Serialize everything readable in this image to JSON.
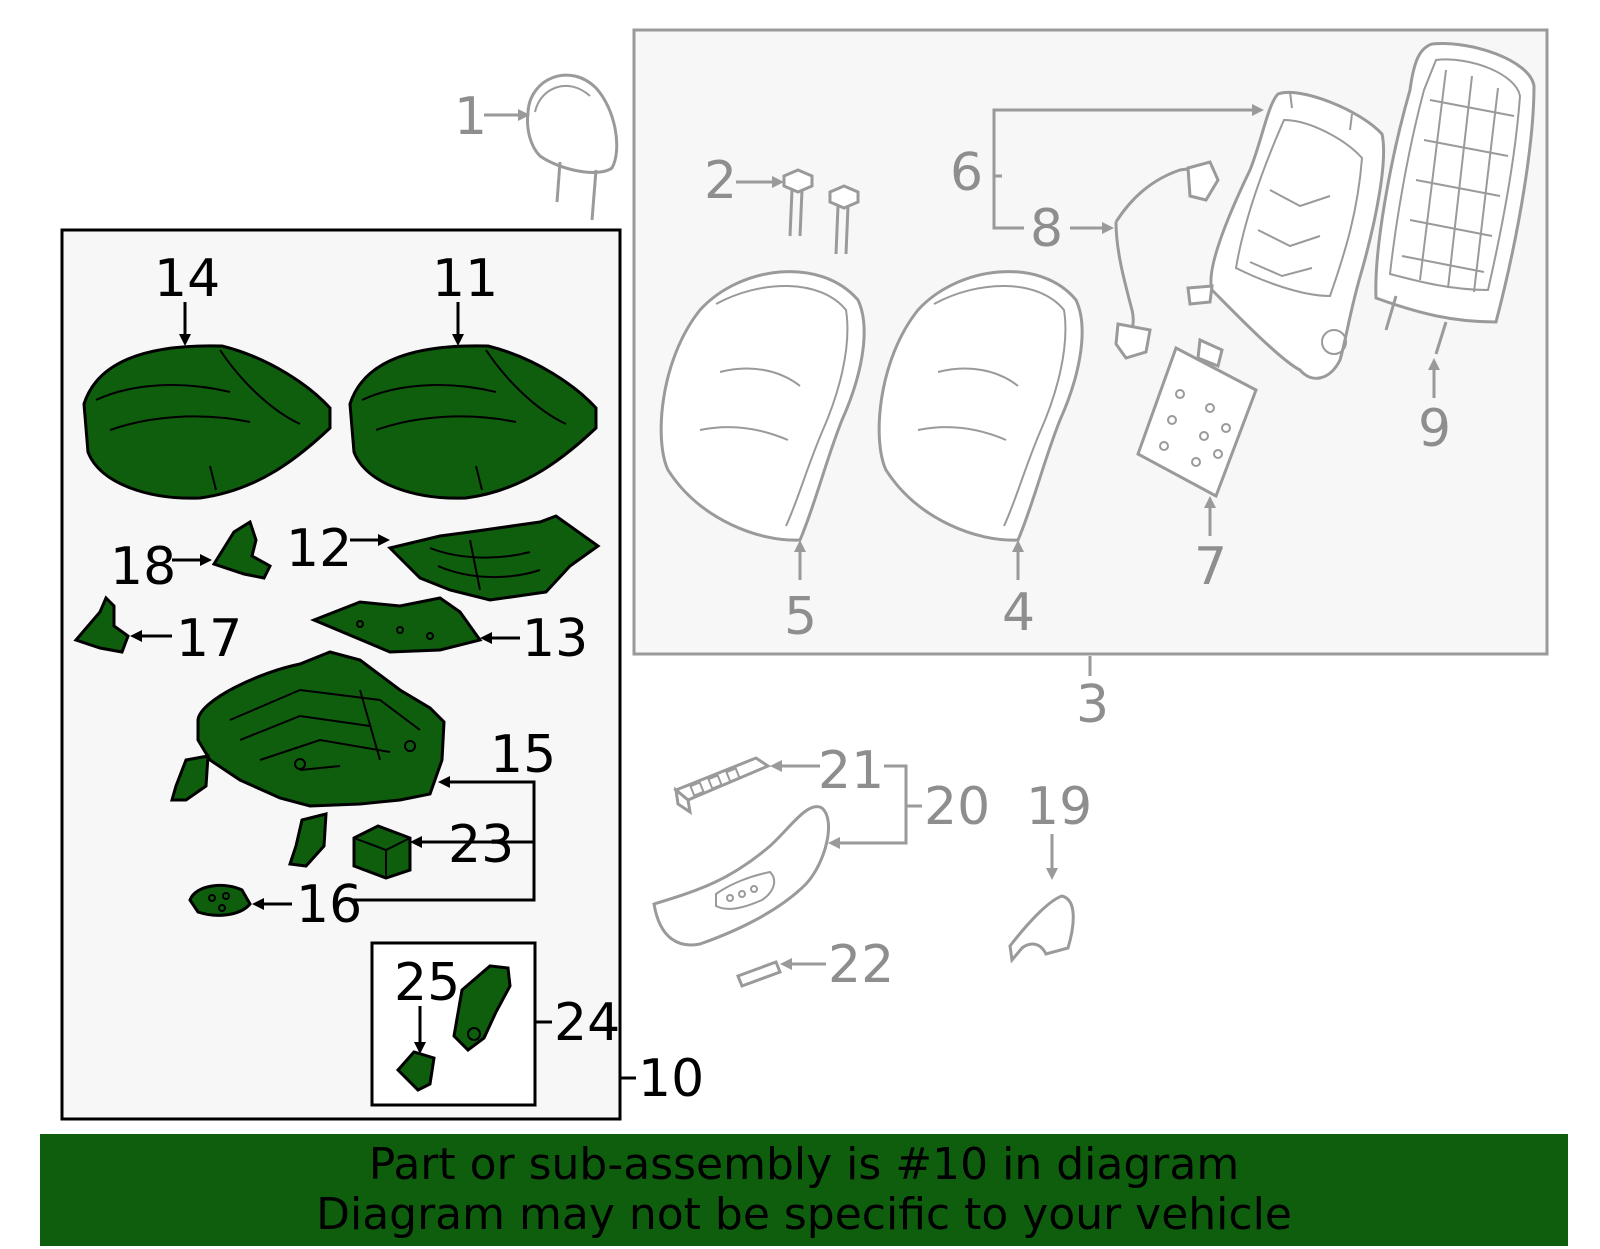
{
  "callouts": {
    "c1": "1",
    "c2": "2",
    "c3": "3",
    "c4": "4",
    "c5": "5",
    "c6": "6",
    "c7": "7",
    "c8": "8",
    "c9": "9",
    "c10": "10",
    "c11": "11",
    "c12": "12",
    "c13": "13",
    "c14": "14",
    "c15": "15",
    "c16": "16",
    "c17": "17",
    "c18": "18",
    "c19": "19",
    "c20": "20",
    "c21": "21",
    "c22": "22",
    "c23": "23",
    "c24": "24",
    "c25": "25"
  },
  "highlighted_part": "10",
  "colors": {
    "highlight": "#0e5e0e",
    "outline_grey": "#9a9a9a",
    "panel_bg": "#f7f7f7"
  },
  "banner": {
    "line1": "Part or sub-assembly is #10 in diagram",
    "line2": "Diagram may not be specific to your vehicle"
  }
}
